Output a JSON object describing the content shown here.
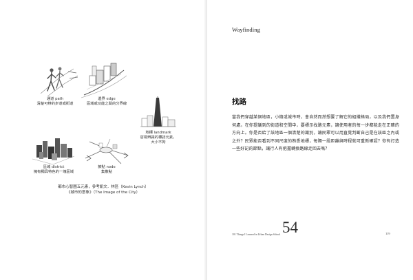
{
  "right_page": {
    "section_title": "Wayfinding",
    "heading": "找路",
    "body": "當我們穿越某個地區，小鎮或城市時，會自然而然想要了解它的組織格局，以及我們置身何處。在你提議到的街道和空間中，要標示找路元素，讓使用者的每一步都能走在正確的方向上。你是否給了該地區一個清楚的識別，讓民眾可以用直覺判斷自己是在該區之內或之外？民眾能否看到不同尺度的熟悉地標，每隔一段距離與時程就可重新確認？你有打造一些好記的節點，讓行人有把握轉換路線走回去嗎？",
    "footer_label": "101 Things I Learned in Urban Design School",
    "big_number": "54",
    "page_number": "119"
  },
  "left_page": {
    "figures": [
      {
        "id": "path",
        "term": "通道 path",
        "desc": "清楚可辨的步道或街道"
      },
      {
        "id": "edge",
        "term": "邊界 edge",
        "desc": "區域或功能之間的分界線"
      },
      {
        "id": "landmark",
        "term": "地標 landmark",
        "desc": "容易辨識的標誌元素，",
        "desc2": "大小不拘"
      },
      {
        "id": "district",
        "term": "區域 district",
        "desc": "擁有獨具特色的一塊區域"
      },
      {
        "id": "node",
        "term": "節點 node",
        "desc": "集散點"
      }
    ],
    "credit_line1": "都市心智圖五元素，參考凱文．林區（Kevin Lynch）",
    "credit_line2": "《城市的意象》（The Image of the City）"
  }
}
